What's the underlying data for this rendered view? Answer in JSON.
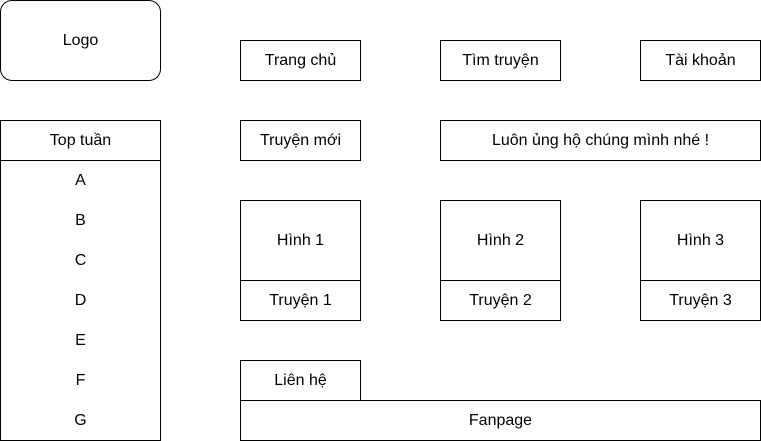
{
  "logo": "Logo",
  "nav": {
    "home": "Trang chủ",
    "search": "Tìm truyện",
    "account": "Tài khoản"
  },
  "new_stories": "Truyện mới",
  "support_message": "Luôn ủng hộ chúng mình nhé !",
  "sidebar": {
    "title": "Top tuần",
    "items": [
      "A",
      "B",
      "C",
      "D",
      "E",
      "F",
      "G"
    ]
  },
  "stories": [
    {
      "image": "Hình 1",
      "title": "Truyện 1"
    },
    {
      "image": "Hình 2",
      "title": "Truyện 2"
    },
    {
      "image": "Hình 3",
      "title": "Truyện 3"
    }
  ],
  "footer": {
    "contact": "Liên hệ",
    "fanpage": "Fanpage"
  }
}
